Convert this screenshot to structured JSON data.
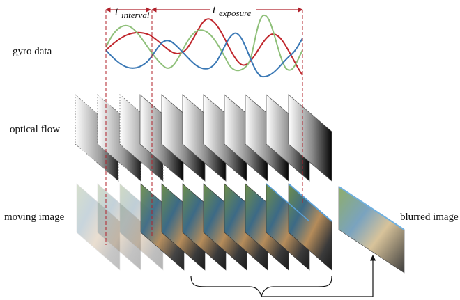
{
  "labels": {
    "gyro": "gyro data",
    "flow": "optical flow",
    "moving": "moving image",
    "blurred": "blurred image"
  },
  "intervals": {
    "t_interval": {
      "base": "t",
      "sub": "interval"
    },
    "t_exposure": {
      "base": "t",
      "sub": "exposure"
    }
  },
  "colors": {
    "gyro_red": "#c0262c",
    "gyro_green": "#8fc07a",
    "gyro_blue": "#3a78b5",
    "marker": "#b0202a"
  },
  "frames": {
    "count": 11,
    "interval_frames": 3,
    "exposure_frames": 8
  }
}
